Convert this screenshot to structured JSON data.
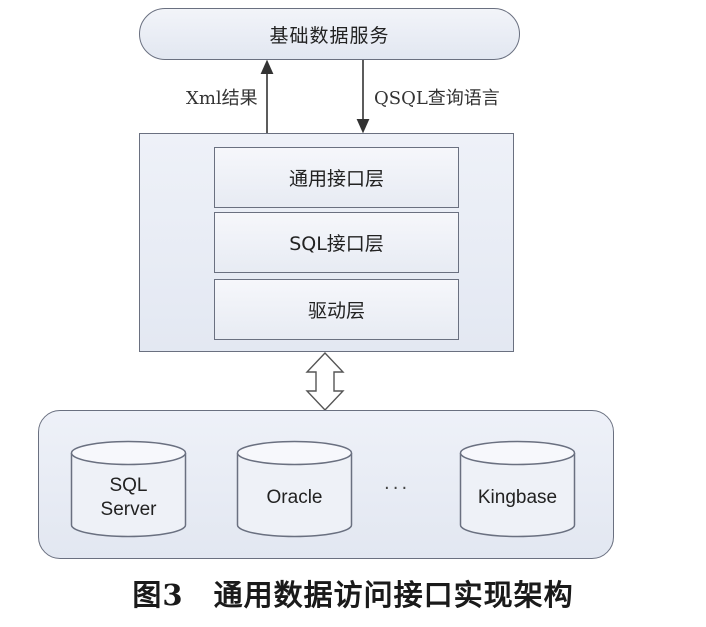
{
  "top_service": {
    "label": "基础数据服务"
  },
  "edges": {
    "up_label": "Xml结果",
    "down_label": "QSQL查询语言"
  },
  "middleware": {
    "layers": [
      {
        "label": "通用接口层"
      },
      {
        "label": "SQL接口层"
      },
      {
        "label": "驱动层"
      }
    ]
  },
  "databases": [
    {
      "line1": "SQL",
      "line2": "Server"
    },
    {
      "line1": "Oracle",
      "line2": ""
    },
    {
      "line1": "Kingbase",
      "line2": ""
    }
  ],
  "ellipsis": "···",
  "caption": "图3　通用数据访问接口实现架构",
  "colors": {
    "stroke": "#6a7080",
    "fill": "#e6eaf3"
  }
}
